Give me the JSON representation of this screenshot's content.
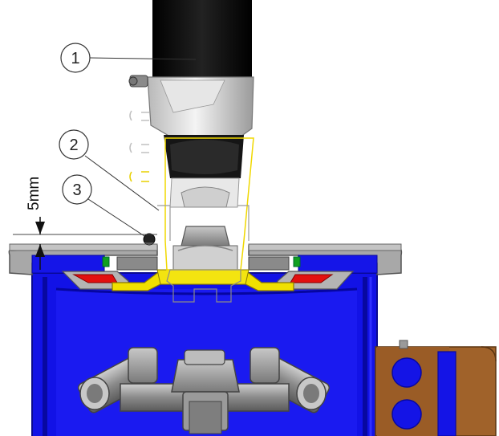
{
  "callouts": [
    {
      "id": "1",
      "label": "1"
    },
    {
      "id": "2",
      "label": "2"
    },
    {
      "id": "3",
      "label": "3"
    }
  ],
  "dimension": {
    "label": "5mm"
  },
  "colors": {
    "tank_blue": "#1010e8",
    "tank_dark_blue": "#0a0ab0",
    "flange_gray": "#9a9a9a",
    "collar_yellow": "#f0e000",
    "seal_red": "#e01010",
    "seal_green": "#10a020",
    "box_brown": "#a0622a",
    "tube_black": "#111111"
  }
}
